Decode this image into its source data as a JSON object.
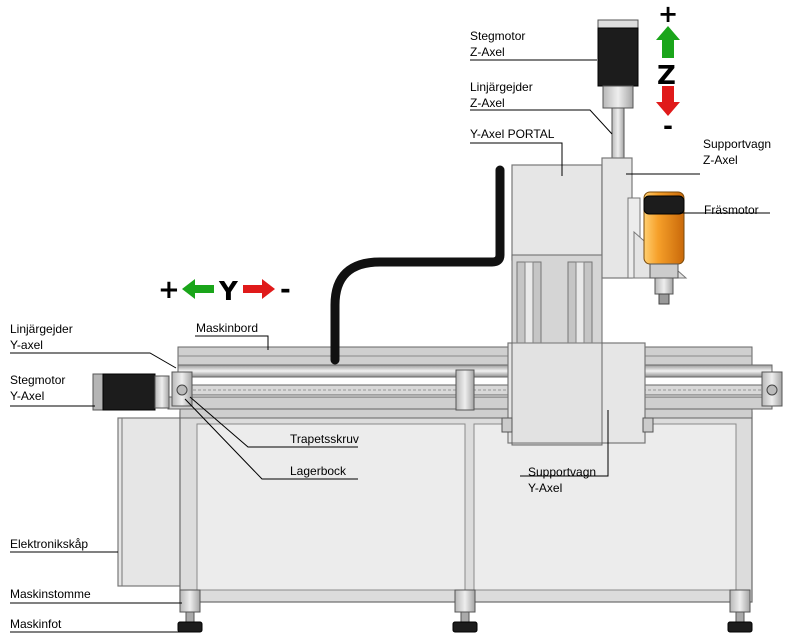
{
  "labels": {
    "stegmotor_z": [
      "Stegmotor",
      "Z-Axel"
    ],
    "linjargejder_z": [
      "Linjärgejder",
      "Z-Axel"
    ],
    "y_axel_portal": "Y-Axel PORTAL",
    "supportvagn_z": [
      "Supportvagn",
      "Z-Axel"
    ],
    "frasmotor": "Fräsmotor",
    "maskinbord": "Maskinbord",
    "linjargejder_y": [
      "Linjärgejder",
      "Y-axel"
    ],
    "stegmotor_y": [
      "Stegmotor",
      "Y-Axel"
    ],
    "trapetsskruv": "Trapetsskruv",
    "lagerbock": "Lagerbock",
    "supportvagn_y": [
      "Supportvagn",
      "Y-Axel"
    ],
    "elektronikskap": "Elektronikskåp",
    "maskinstomme": "Maskinstomme",
    "maskinfot": "Maskinfot"
  },
  "axes": {
    "y": {
      "plus": "+",
      "name": "Y",
      "minus": "-"
    },
    "z": {
      "plus": "+",
      "name": "Z",
      "minus": "-"
    }
  },
  "colors": {
    "arrow_positive": "#1aa51a",
    "arrow_negative": "#e01a1a",
    "motor_orange": "#f2961e",
    "motor_black": "#1c1c1c",
    "frame_gray": "#dcdcdc"
  }
}
